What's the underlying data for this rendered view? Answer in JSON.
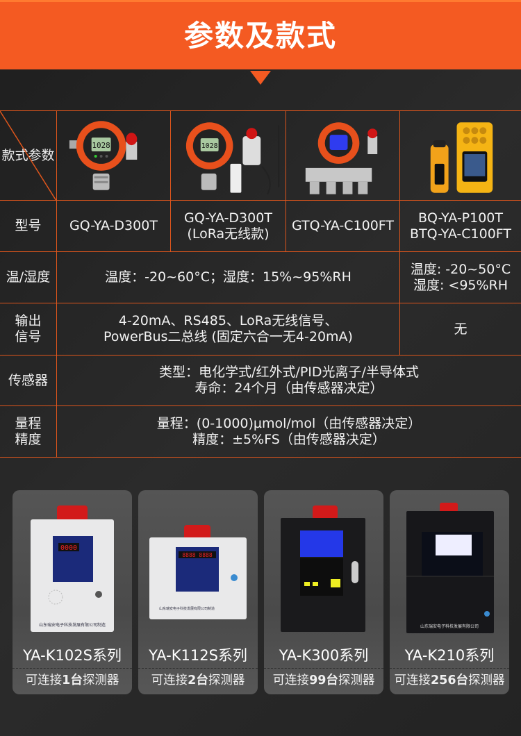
{
  "header": {
    "title": "参数及款式"
  },
  "table": {
    "corner": {
      "top_label": "款式",
      "bottom_label": "参数"
    },
    "models": [
      {
        "image": "orange-fixed-gas-detector-with-alarm-light",
        "model": "GQ-YA-D300T"
      },
      {
        "image": "orange-fixed-gas-detector-lora-with-remote-antenna",
        "model_line1": "GQ-YA-D300T",
        "model_line2": "(LoRa无线款)"
      },
      {
        "image": "orange-detector-blue-lcd-six-sensor-manifold",
        "model": "GTQ-YA-C100FT"
      },
      {
        "image": "yellow-portable-gas-detectors",
        "model_line1": "BQ-YA-P100T",
        "model_line2": "BTQ-YA-C100FT"
      }
    ],
    "rows": {
      "model_label": "型号",
      "temp": {
        "label": "温/湿度",
        "fixed": "温度：-20~60°C；湿度：15%~95%RH",
        "portable_line1": "温度: -20~50°C",
        "portable_line2": "湿度: <95%RH"
      },
      "output": {
        "label_line1": "输出",
        "label_line2": "信号",
        "fixed_line1": "4-20mA、RS485、LoRa无线信号、",
        "fixed_line2": "PowerBus二总线 (固定六合一无4-20mA)",
        "portable": "无"
      },
      "sensor": {
        "label": "传感器",
        "line1": "类型：电化学式/红外式/PID光离子/半导体式",
        "line2": "寿命：24个月（由传感器决定）"
      },
      "range": {
        "label_line1": "量程",
        "label_line2": "精度",
        "line1": "量程：(0-1000)µmol/mol（由传感器决定）",
        "line2": "精度：±5%FS（由传感器决定）"
      }
    }
  },
  "controllers": [
    {
      "name": "YA-K102S系列",
      "cap_pre": "可连接",
      "cap_num": "1台",
      "cap_post": "探测器",
      "image": "white-single-channel-controller"
    },
    {
      "name": "YA-K112S系列",
      "cap_pre": "可连接",
      "cap_num": "2台",
      "cap_post": "探测器",
      "image": "white-dual-channel-controller"
    },
    {
      "name": "YA-K300系列",
      "cap_pre": "可连接",
      "cap_num": "99台",
      "cap_post": "探测器",
      "image": "black-bus-controller"
    },
    {
      "name": "YA-K210系列",
      "cap_pre": "可连接",
      "cap_num": "256台",
      "cap_post": "探测器",
      "image": "black-large-controller"
    }
  ],
  "colors": {
    "accent": "#f45a22",
    "grid": "#e0561c",
    "background": "#262626",
    "card": "#505050"
  }
}
